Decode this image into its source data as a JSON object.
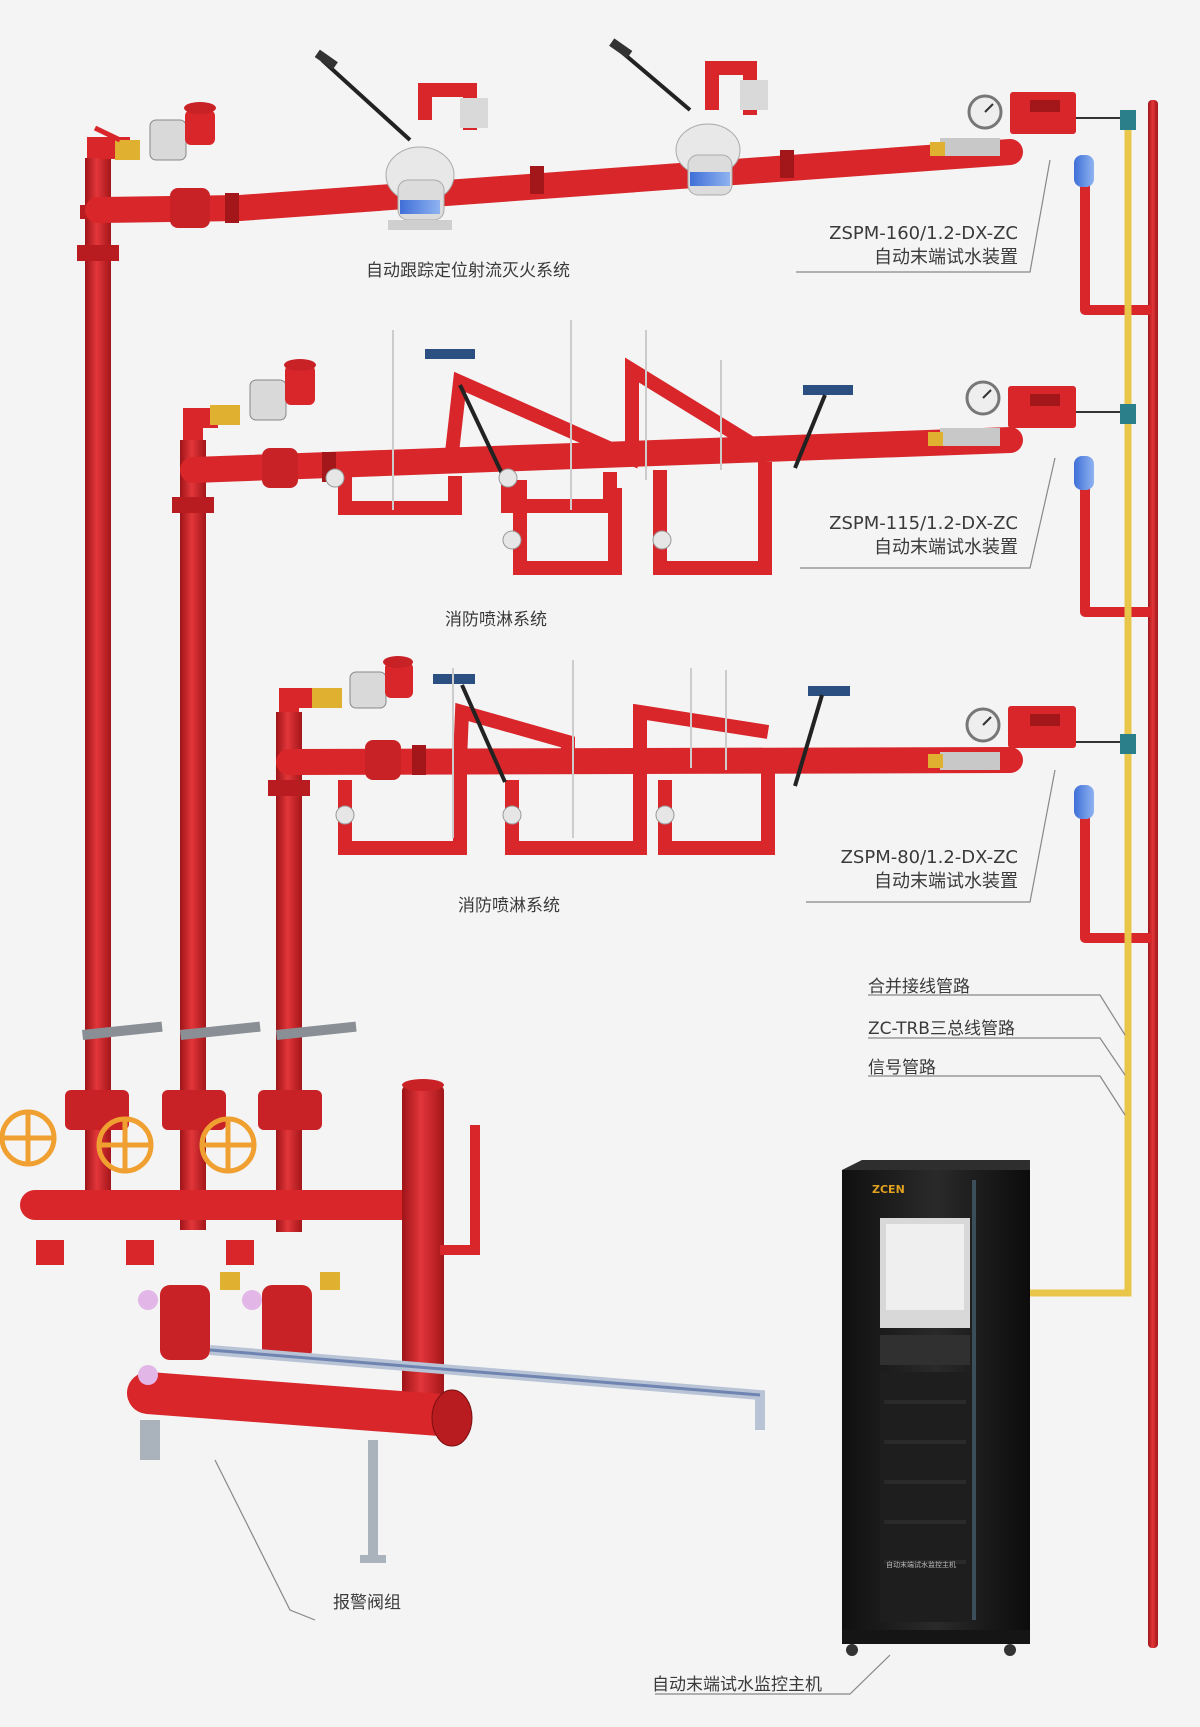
{
  "labels": {
    "system_top": "自动跟踪定位射流灭火系统",
    "system_mid": "消防喷淋系统",
    "system_low": "消防喷淋系统",
    "device_top": {
      "model": "ZSPM-160/1.2-DX-ZC",
      "name": "自动末端试水装置"
    },
    "device_mid": {
      "model": "ZSPM-115/1.2-DX-ZC",
      "name": "自动末端试水装置"
    },
    "device_low": {
      "model": "ZSPM-80/1.2-DX-ZC",
      "name": "自动末端试水装置"
    },
    "line_merge": "合并接线管路",
    "line_trb": "ZC-TRB三总线管路",
    "line_signal": "信号管路",
    "valve_group": "报警阀组",
    "controller": "自动末端试水监控主机"
  },
  "cabinet": {
    "brand": "ZCEN",
    "panel_caption": "自动末端试水监控主机"
  },
  "colors": {
    "pipe_red": "#d8262a",
    "pipe_dark": "#a3161a",
    "signal_yellow": "#e9c64a",
    "cabinet": "#1b1b1b",
    "valve_orange": "#f0a030",
    "text": "#3a3a3a"
  }
}
